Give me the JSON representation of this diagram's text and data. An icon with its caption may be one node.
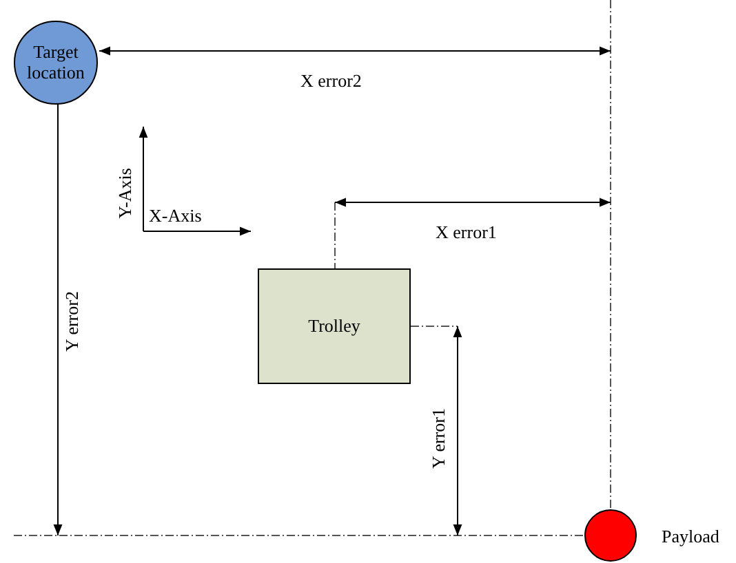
{
  "diagram": {
    "nodes": [
      {
        "text": [
          "Target location"
        ]
      },
      {
        "text": [
          "Trolley"
        ]
      },
      {
        "text": [],
        "shape": "circle",
        "beside": [
          "Payload"
        ]
      }
    ],
    "labels": [
      "X error2",
      "Y-Axis",
      "X-Axis",
      "X error1",
      "Y error2",
      "Y error1"
    ]
  }
}
